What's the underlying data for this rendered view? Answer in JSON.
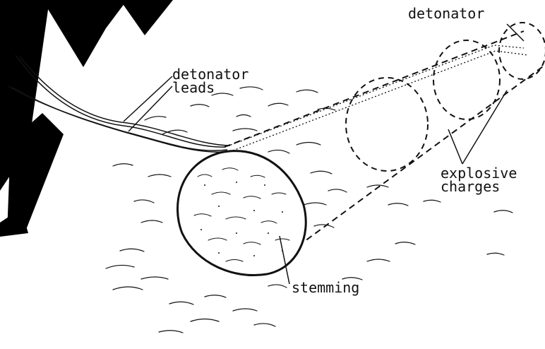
{
  "labels": {
    "detonator": "detonator",
    "detonator_leads": [
      "detonator",
      "leads"
    ],
    "explosive_charges": [
      "explosive",
      "charges"
    ],
    "stemming": "stemming"
  },
  "colors": {
    "ink": "#111111",
    "watermark": "#000000",
    "background": "#ffffff"
  }
}
